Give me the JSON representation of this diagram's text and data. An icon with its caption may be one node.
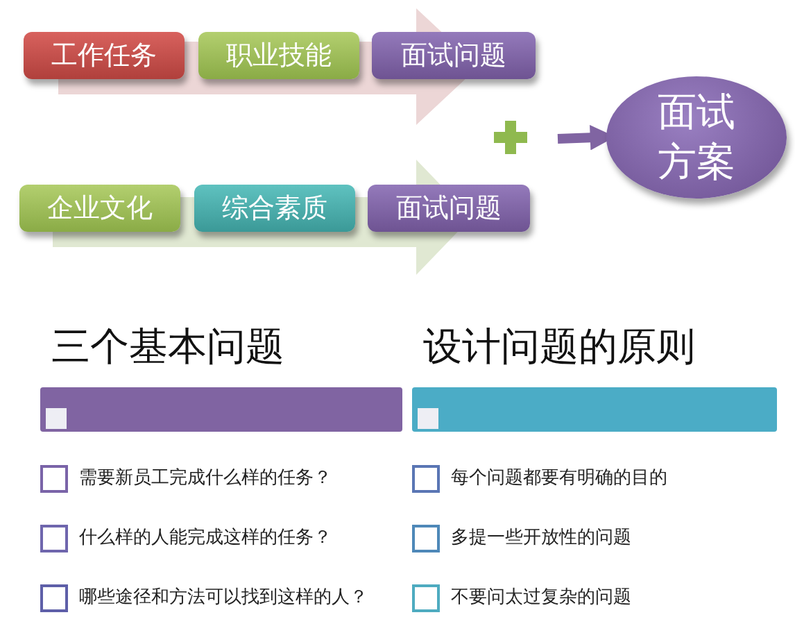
{
  "diagram": {
    "nodes": [
      {
        "text": [
          "工作任务"
        ]
      },
      {
        "text": [
          "职业技能"
        ]
      },
      {
        "text": [
          "面试问题"
        ]
      },
      {
        "text": [
          "企业文化"
        ]
      },
      {
        "text": [
          "综合素质"
        ]
      },
      {
        "text": [
          "面试问题"
        ]
      },
      {
        "text": [
          "面试方案"
        ]
      },
      {
        "text": [
          "三个基本问题"
        ]
      },
      {
        "text": [
          "设计问题的原则"
        ]
      }
    ],
    "edges": [
      {
        "from": null,
        "to": 6,
        "arrow": "to"
      }
    ],
    "labels": [
      "需要新员工完成什么样的任务？",
      "每个问题都要有明确的目的",
      "什么样的人能完成这样的任务？",
      "多提一些开放性的问题",
      "哪些途径和方法可以找到这样的人？",
      "不要问太过复杂的问题"
    ]
  }
}
